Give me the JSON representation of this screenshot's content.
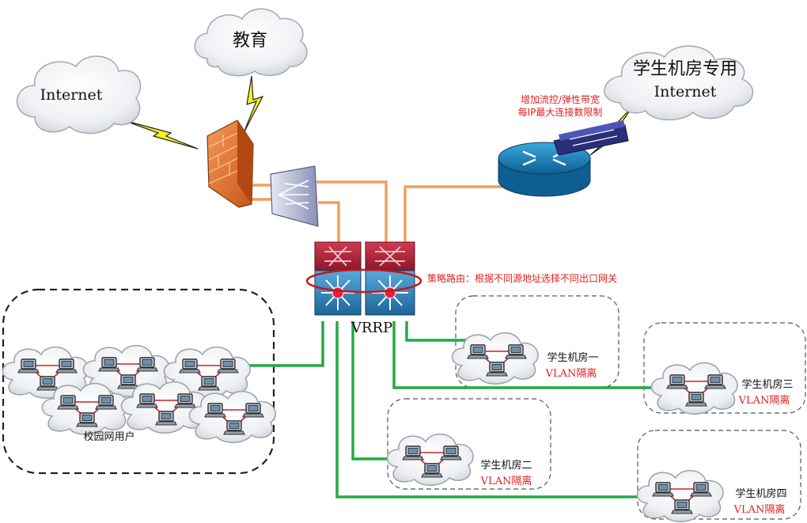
{
  "clouds": {
    "internet_left": "Internet",
    "education": "教育",
    "lab_internet_title": "学生机房专用",
    "lab_internet_sub": "Internet"
  },
  "router_note": {
    "line1": "增加流控/弹性带宽",
    "line2": "每IP最大连接数限制"
  },
  "policy_note": "策略路由：根据不同源地址选择不同出口网关",
  "vrrp": "VRRP",
  "campus_users": "校园网用户",
  "labs": [
    {
      "name": "学生机房一",
      "vlan": "VLAN隔离"
    },
    {
      "name": "学生机房二",
      "vlan": "VLAN隔离"
    },
    {
      "name": "学生机房三",
      "vlan": "VLAN隔离"
    },
    {
      "name": "学生机房四",
      "vlan": "VLAN隔离"
    }
  ],
  "colors": {
    "orange_link": "#f0a05a",
    "green_link": "#22aa44",
    "red_text": "#e02020",
    "switch_blue": "#2f7fb5",
    "switch_red": "#b3243a",
    "firewall": "#e8772e",
    "router_blue": "#1a86c4"
  }
}
